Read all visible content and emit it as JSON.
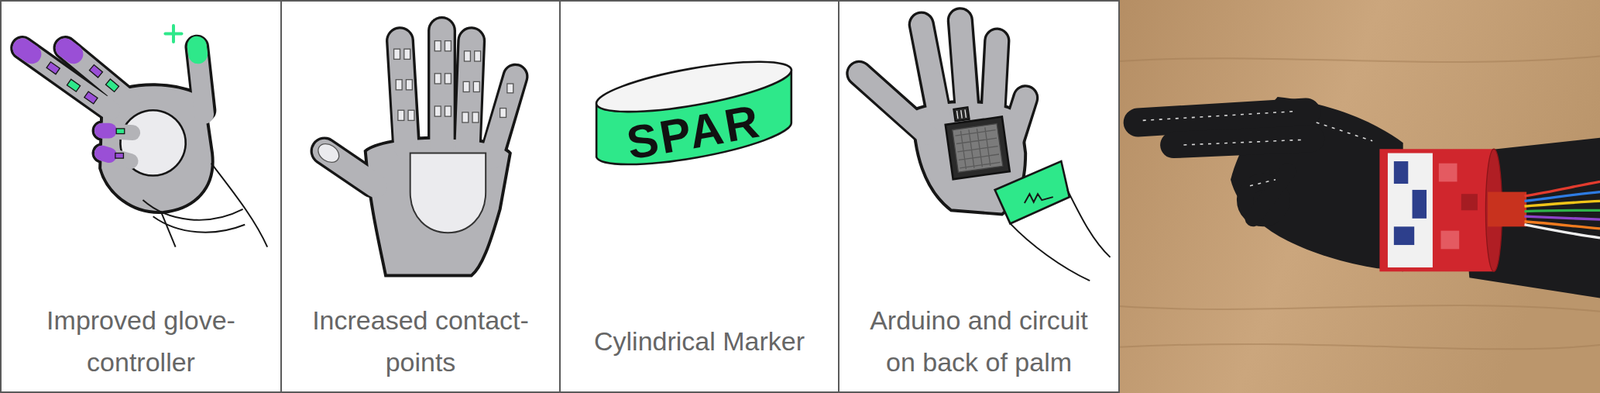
{
  "diagram": {
    "nodes": [
      {
        "text": [
          "Improved glove-controller"
        ]
      },
      {
        "text": [
          "Increased contact-points"
        ]
      },
      {
        "text": [
          "Cylindrical Marker"
        ]
      },
      {
        "text": [
          "Arduino and circuit on back of palm"
        ]
      }
    ],
    "labels": [
      "SPAR"
    ]
  }
}
